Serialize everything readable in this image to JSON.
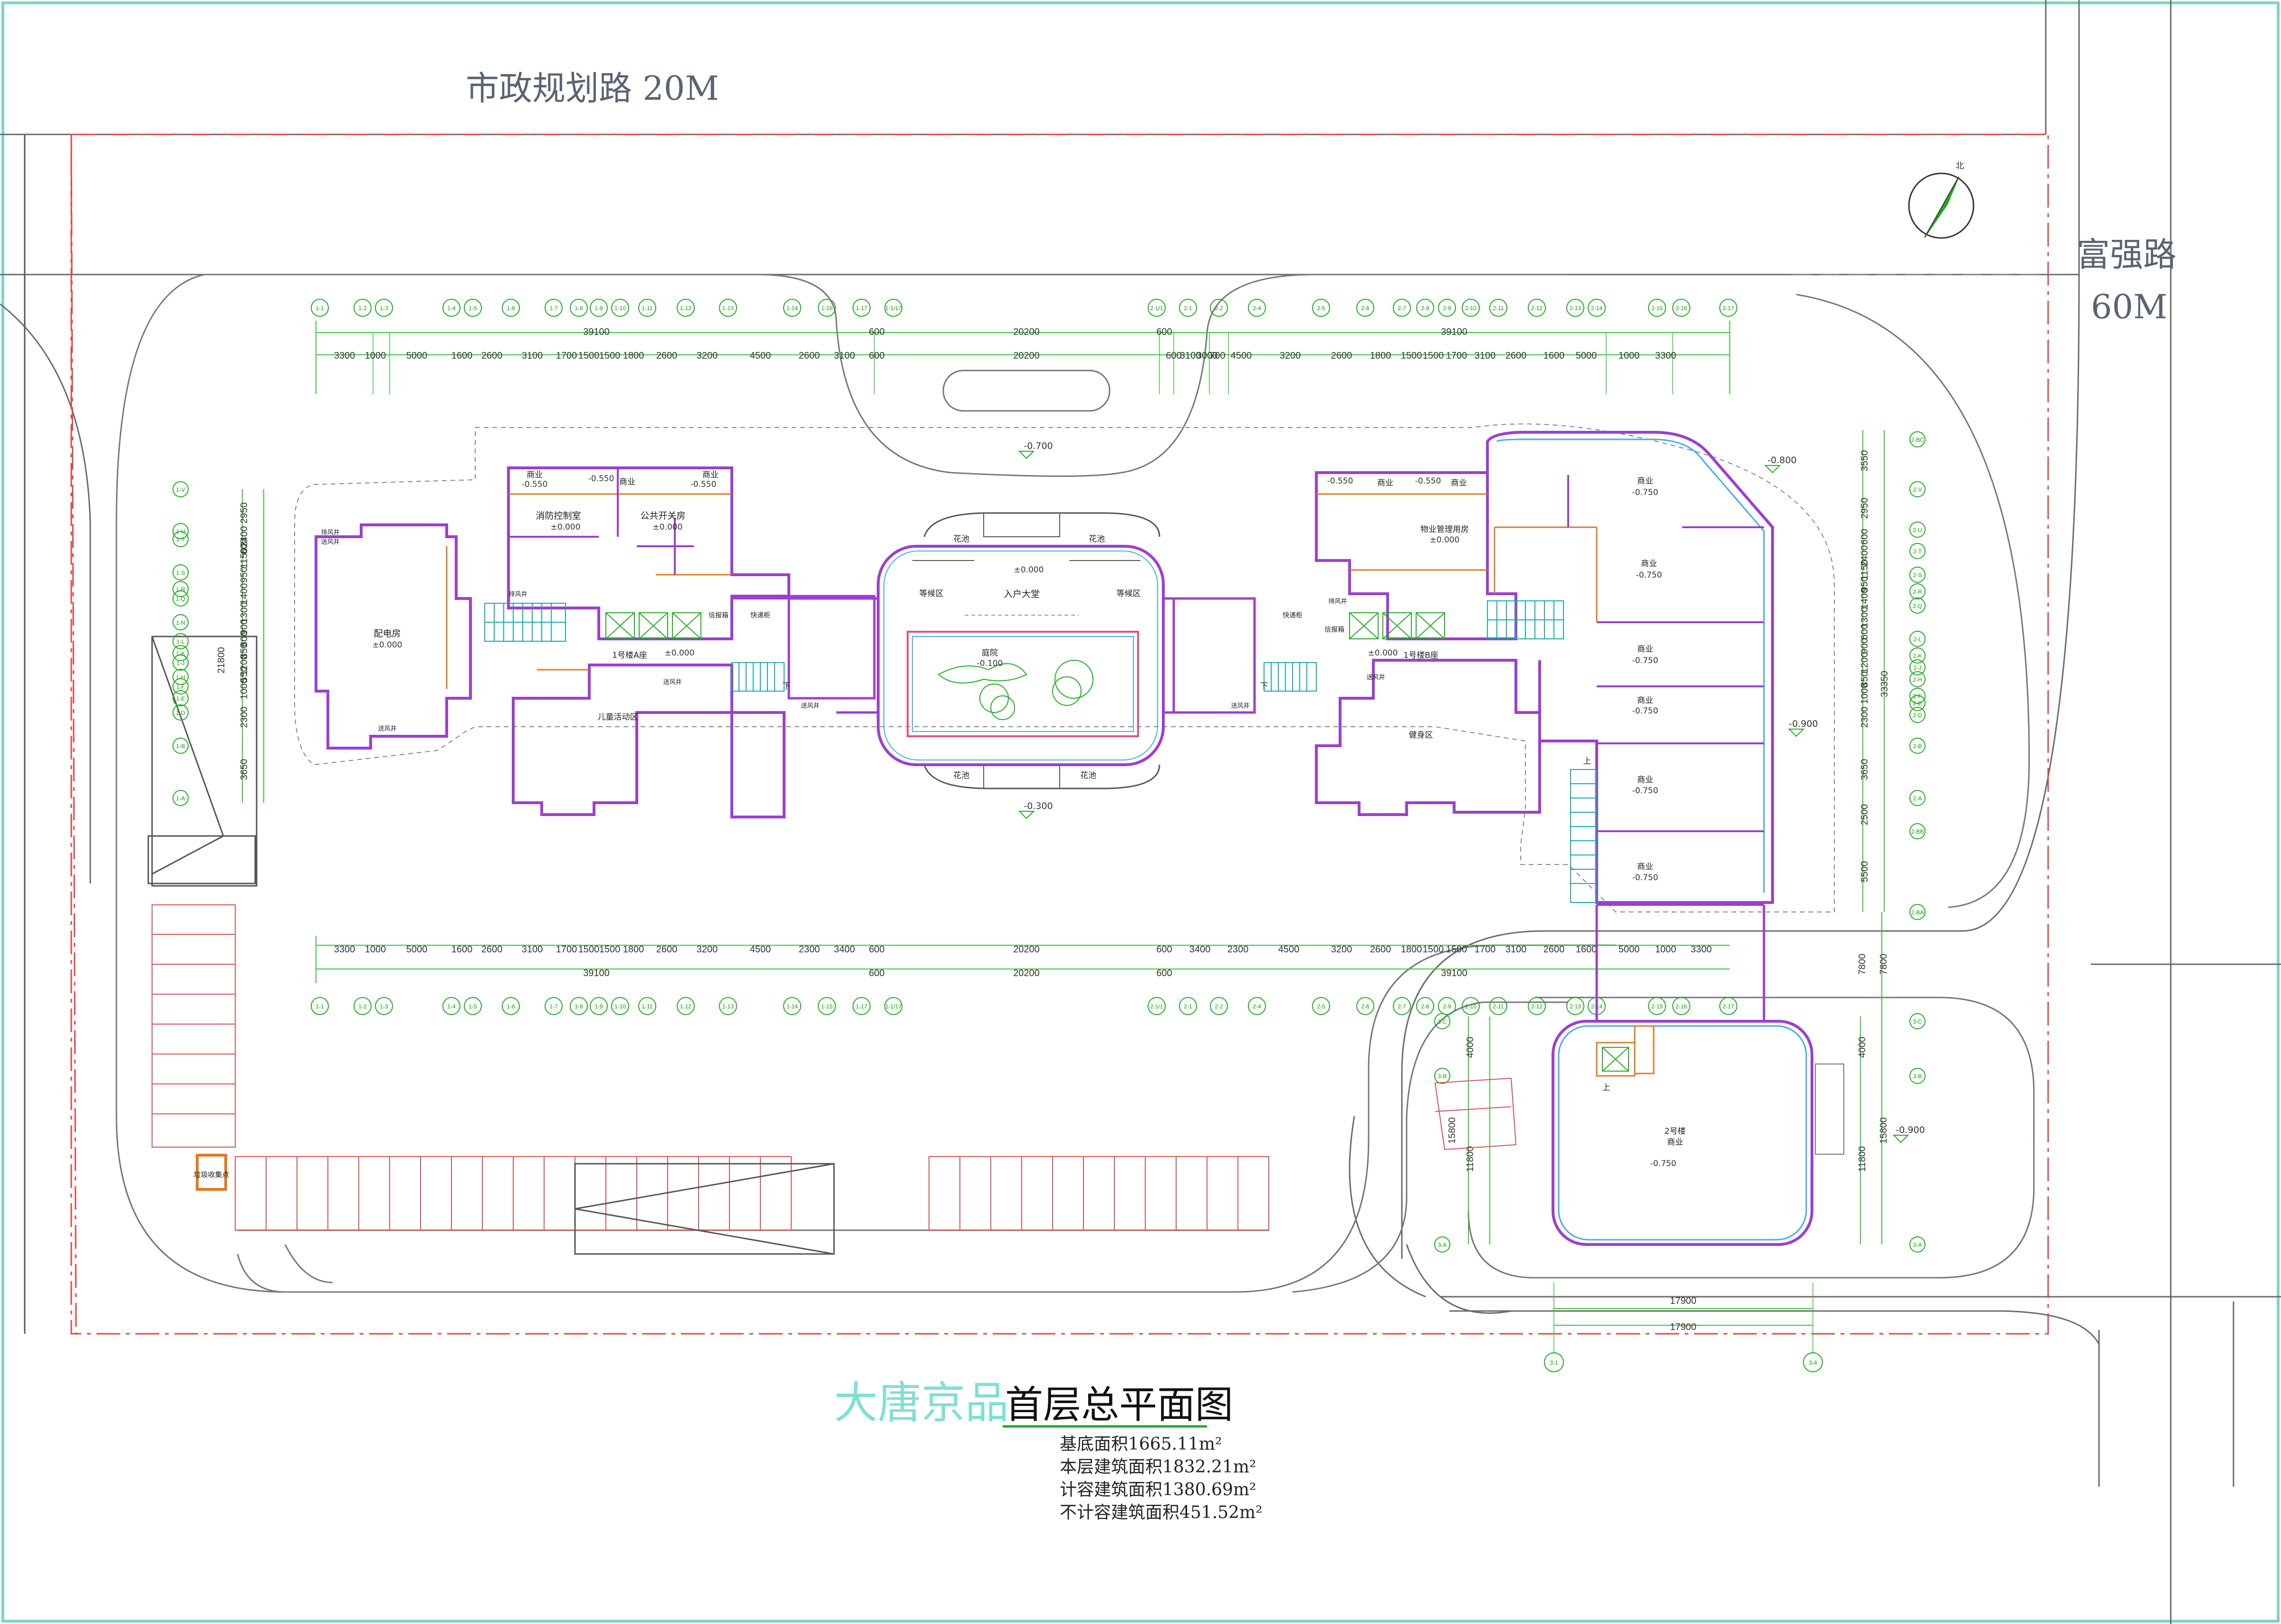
{
  "roads": {
    "north": "市政规划路 20M",
    "east_name": "富强路",
    "east_width": "60M"
  },
  "north_arrow_label": "北",
  "title": {
    "project": "大唐京品",
    "drawing": "首层总平面图"
  },
  "stats": {
    "base_area": "基底面积1665.11m²",
    "floor_area": "本层建筑面积1832.21m²",
    "far_area": "计容建筑面积1380.69m²",
    "non_far_area": "不计容建筑面积451.52m²"
  },
  "levels": {
    "plaza_n": "-0.700",
    "plaza_s": "-0.300",
    "east_n": "-0.800",
    "east_s": "-0.900",
    "se": "-0.900",
    "lobby": "±0.000",
    "garden": "-0.100"
  },
  "rooms": {
    "shop": "商业",
    "shop_level": "-0.550",
    "fire_control": "消防控制室",
    "public_switch": "公共开关房",
    "zero": "±0.000",
    "power_room": "配电房",
    "bldg1a": "1号楼A座",
    "bldg1b": "1号楼B座",
    "kids": "儿童活动区",
    "lobby": "入户大堂",
    "wait": "等候区",
    "garden": "庭院",
    "flower": "花池",
    "property": "物业管理用房",
    "gym": "健身区",
    "shop_e_level": "-0.750",
    "bldg2": "2号楼",
    "express": "快递柜",
    "mailbox": "信报箱",
    "shaft": "送风井",
    "exhaust": "排风井",
    "down": "下",
    "up": "上",
    "garbage": "垃圾收集点"
  },
  "axes": {
    "b1_x": [
      "1-1",
      "1-2",
      "1-3",
      "1-4",
      "1-5",
      "1-6",
      "1-7",
      "1-8",
      "1-9",
      "1-10",
      "1-11",
      "1-12",
      "1-13",
      "1-14",
      "1-15",
      "1-17",
      "1-1/17"
    ],
    "b2_x": [
      "2-1/1",
      "2-1",
      "2-2",
      "2-4",
      "2-5",
      "2-6",
      "2-7",
      "2-8",
      "2-9",
      "2-10",
      "2-11",
      "2-12",
      "2-13",
      "2-14",
      "2-15",
      "2-16",
      "2-17"
    ],
    "b1_y": [
      "1-V",
      "1-U",
      "1-T",
      "1-S",
      "1-R",
      "1-Q",
      "1-N",
      "1-L",
      "1-K",
      "1-J",
      "1-H",
      "1-F",
      "1-E",
      "1-D",
      "1-B",
      "1-A"
    ],
    "b2_y": [
      "2-BC",
      "2-V",
      "2-U",
      "2-T",
      "2-S",
      "2-R",
      "2-Q",
      "2-L",
      "2-K",
      "2-J",
      "2-H",
      "2-F",
      "2-E",
      "2-D",
      "2-B",
      "2-A",
      "2-BB",
      "2-BA"
    ],
    "b3_y": [
      "3-C",
      "3-B",
      "3-A"
    ],
    "b3_x": [
      "3-1",
      "3-4"
    ]
  },
  "dims": {
    "b1_detail": [
      "3300",
      "1000",
      "5000",
      "1600",
      "2600",
      "3100",
      "1700",
      "1500",
      "1500",
      "1800",
      "2600",
      "3200",
      "4500",
      "2600",
      "3100",
      "600"
    ],
    "b1_detail_bottom": [
      "3300",
      "1000",
      "5000",
      "1600",
      "2600",
      "3100",
      "1700",
      "1500",
      "1500",
      "1800",
      "2600",
      "3200",
      "4500",
      "2300",
      "3400",
      "600"
    ],
    "b1_total": "39100",
    "b2_detail": [
      "600",
      "3100",
      "3000",
      "700",
      "4500",
      "3200",
      "2600",
      "1800",
      "1500",
      "1500",
      "1700",
      "3100",
      "2600",
      "1600",
      "5000",
      "1000",
      "3300"
    ],
    "b2_detail_bottom": [
      "3400",
      "2300",
      "4500",
      "3200",
      "2600",
      "1800",
      "1500",
      "1500",
      "1700",
      "3100",
      "2600",
      "1600",
      "5000",
      "1000",
      "3300"
    ],
    "b2_total": "39100",
    "mid_total": "20200",
    "mid_small": "600",
    "b1_left": [
      "2950",
      "2400",
      "600",
      "1150",
      "950",
      "1400",
      "1300",
      "900",
      "600",
      "850",
      "1200",
      "550",
      "1000",
      "2300",
      "3650"
    ],
    "b1_left_total": "21800",
    "b2_right": [
      "3550",
      "2950",
      "600",
      "2400",
      "1150",
      "950",
      "1400",
      "1300",
      "600",
      "900",
      "1200",
      "850",
      "1000",
      "2300",
      "3650",
      "2500",
      "5500"
    ],
    "b2_right_total": "33350",
    "b3_left": [
      "4000",
      "11800"
    ],
    "b3_left_total": "15800",
    "b3_right": [
      "4000",
      "11800"
    ],
    "b3_right_total": "15800",
    "b3_mid": "7800",
    "b3_bottom": "17900"
  }
}
